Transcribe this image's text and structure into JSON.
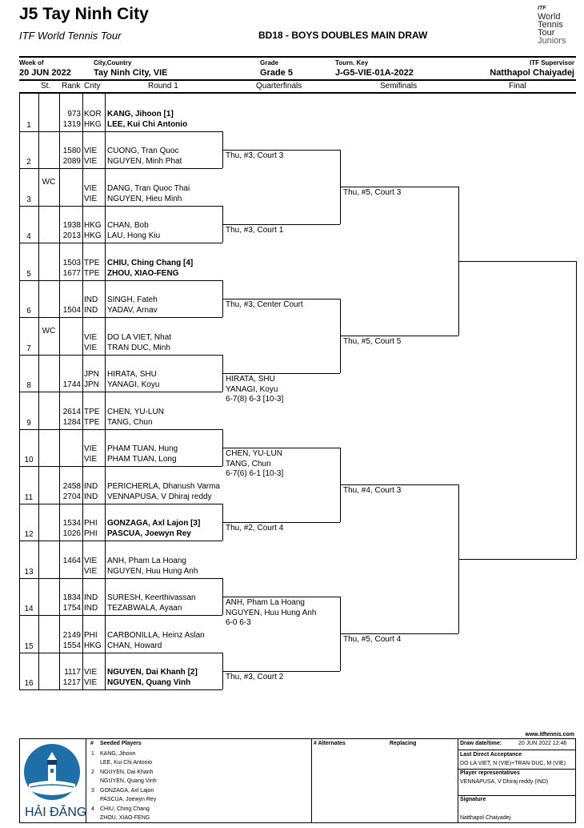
{
  "header": {
    "title": "J5 Tay Ninh City",
    "tour": "ITF World Tennis Tour",
    "draw_title": "BD18 - BOYS DOUBLES MAIN DRAW",
    "logo": {
      "itf": "ITF",
      "l1": "World",
      "l2": "Tennis",
      "l3": "Tour",
      "l4": "Juniors"
    },
    "week_label": "Week of",
    "week_value": "20 JUN 2022",
    "city_label": "City,Country",
    "city_value": "Tay Ninh City, VIE",
    "grade_label": "Grade",
    "grade_value": "Grade 5",
    "key_label": "Tourn. Key",
    "key_value": "J-G5-VIE-01A-2022",
    "sup_label": "ITF Supervisor",
    "sup_value": "Natthapol Chaiyadej"
  },
  "columns": {
    "st": "St.",
    "rank": "Rank",
    "cnty": "Cnty",
    "r1": "Round 1",
    "qf": "Quarterfinals",
    "sf": "Semifinals",
    "final": "Final"
  },
  "draw": [
    {
      "num": "1",
      "st": "",
      "r1": "973",
      "r2": "1319",
      "c1": "KOR",
      "c2": "HKG",
      "p1": "KANG, Jihoon [1]",
      "p2": "LEE, Kui Chi Antonio",
      "bold": true
    },
    {
      "num": "2",
      "st": "",
      "r1": "1580",
      "r2": "2089",
      "c1": "VIE",
      "c2": "VIE",
      "p1": "CUONG, Tran Quoc",
      "p2": "NGUYEN, Minh Phat",
      "bold": false
    },
    {
      "num": "3",
      "st": "WC",
      "r1": "",
      "r2": "",
      "c1": "VIE",
      "c2": "VIE",
      "p1": "DANG, Tran Quoc Thai",
      "p2": "NGUYEN, Hieu Minh",
      "bold": false
    },
    {
      "num": "4",
      "st": "",
      "r1": "1938",
      "r2": "2013",
      "c1": "HKG",
      "c2": "HKG",
      "p1": "CHAN, Bob",
      "p2": "LAU, Hong Kiu",
      "bold": false
    },
    {
      "num": "5",
      "st": "",
      "r1": "1503",
      "r2": "1677",
      "c1": "TPE",
      "c2": "TPE",
      "p1": "CHIU, Ching Chang [4]",
      "p2": "ZHOU, XIAO-FENG",
      "bold": true
    },
    {
      "num": "6",
      "st": "",
      "r1": "",
      "r2": "1504",
      "c1": "IND",
      "c2": "IND",
      "p1": "SINGH, Fateh",
      "p2": "YADAV, Arnav",
      "bold": false
    },
    {
      "num": "7",
      "st": "WC",
      "r1": "",
      "r2": "",
      "c1": "VIE",
      "c2": "VIE",
      "p1": "DO LA VIET, Nhat",
      "p2": "TRAN DUC, Minh",
      "bold": false
    },
    {
      "num": "8",
      "st": "",
      "r1": "",
      "r2": "1744",
      "c1": "JPN",
      "c2": "JPN",
      "p1": "HIRATA, SHU",
      "p2": "YANAGI, Koyu",
      "bold": false
    },
    {
      "num": "9",
      "st": "",
      "r1": "2614",
      "r2": "1284",
      "c1": "TPE",
      "c2": "TPE",
      "p1": "CHEN, YU-LUN",
      "p2": "TANG, Chun",
      "bold": false
    },
    {
      "num": "10",
      "st": "",
      "r1": "",
      "r2": "",
      "c1": "VIE",
      "c2": "VIE",
      "p1": "PHAM TUAN, Hung",
      "p2": "PHAM TUAN, Long",
      "bold": false
    },
    {
      "num": "11",
      "st": "",
      "r1": "2458",
      "r2": "2704",
      "c1": "IND",
      "c2": "IND",
      "p1": "PERICHERLA, Dhanush Varma",
      "p2": "VENNAPUSA, V Dhiraj reddy",
      "bold": false
    },
    {
      "num": "12",
      "st": "",
      "r1": "1534",
      "r2": "1026",
      "c1": "PHI",
      "c2": "PHI",
      "p1": "GONZAGA, Axl Lajon [3]",
      "p2": "PASCUA, Joewyn Rey",
      "bold": true
    },
    {
      "num": "13",
      "st": "",
      "r1": "1464",
      "r2": "",
      "c1": "VIE",
      "c2": "VIE",
      "p1": "ANH, Pham La Hoang",
      "p2": "NGUYEN, Huu Hung Anh",
      "bold": false
    },
    {
      "num": "14",
      "st": "",
      "r1": "1834",
      "r2": "1754",
      "c1": "IND",
      "c2": "IND",
      "p1": "SURESH, Keerthivassan",
      "p2": "TEZABWALA, Ayaan",
      "bold": false
    },
    {
      "num": "15",
      "st": "",
      "r1": "2149",
      "r2": "1554",
      "c1": "PHI",
      "c2": "HKG",
      "p1": "CARBONILLA, Heinz Aslan",
      "p2": "CHAN, Howard",
      "bold": false
    },
    {
      "num": "16",
      "st": "",
      "r1": "1117",
      "r2": "1217",
      "c1": "VIE",
      "c2": "VIE",
      "p1": "NGUYEN, Dai Khanh [2]",
      "p2": "NGUYEN, Quang Vinh",
      "bold": true
    }
  ],
  "qf": [
    {
      "l1": "Thu, #3, Court 3",
      "l2": "",
      "l3": ""
    },
    {
      "l1": "Thu, #3, Court 1",
      "l2": "",
      "l3": ""
    },
    {
      "l1": "Thu, #3, Center Court",
      "l2": "",
      "l3": ""
    },
    {
      "l1": "HIRATA, SHU",
      "l2": "YANAGI, Koyu",
      "l3": "6-7(8) 6-3 [10-3]"
    },
    {
      "l1": "CHEN, YU-LUN",
      "l2": "TANG, Chun",
      "l3": "6-7(6) 6-1 [10-3]"
    },
    {
      "l1": "Thu, #2, Court 4",
      "l2": "",
      "l3": ""
    },
    {
      "l1": "ANH, Pham La Hoang",
      "l2": "NGUYEN, Huu Hung Anh",
      "l3": "6-0 6-3"
    },
    {
      "l1": "Thu, #3, Court 2",
      "l2": "",
      "l3": ""
    }
  ],
  "sf": [
    "Thu, #5, Court 3",
    "Thu, #5, Court 5",
    "Thu, #4, Court 3",
    "Thu, #5, Court 4"
  ],
  "footer": {
    "website": "www.itftennis.com",
    "brand": "HẢI ĐĂNG",
    "seeded_title": "Seeded Players",
    "hash": "#",
    "seeds": [
      {
        "n": "1",
        "a": "KANG, Jihoon",
        "b": "LEE, Kui Chi Antonio"
      },
      {
        "n": "2",
        "a": "NGUYEN, Dai Khanh",
        "b": "NGUYEN, Quang Vinh"
      },
      {
        "n": "3",
        "a": "GONZAGA, Axl Lajon",
        "b": "PASCUA, Joewyn Rey"
      },
      {
        "n": "4",
        "a": "CHIU, Ching Chang",
        "b": "ZHOU, XIAO-FENG"
      }
    ],
    "alternates": "# Alternates",
    "replacing": "Replacing",
    "draw_date_label": "Draw date/time:",
    "draw_date_value": "20 JUN 2022 12:46",
    "lda_label": "Last Direct Acceptance",
    "lda_value": "DO LA VIET, N (VIE)+TRAN DUC, M (VIE)",
    "rep_label": "Player representatives",
    "rep_value": "VENNAPUSA, V Dhiraj reddy (IND)",
    "sig_label": "Signature",
    "sig_value": "Natthapol Chaiyadej"
  }
}
